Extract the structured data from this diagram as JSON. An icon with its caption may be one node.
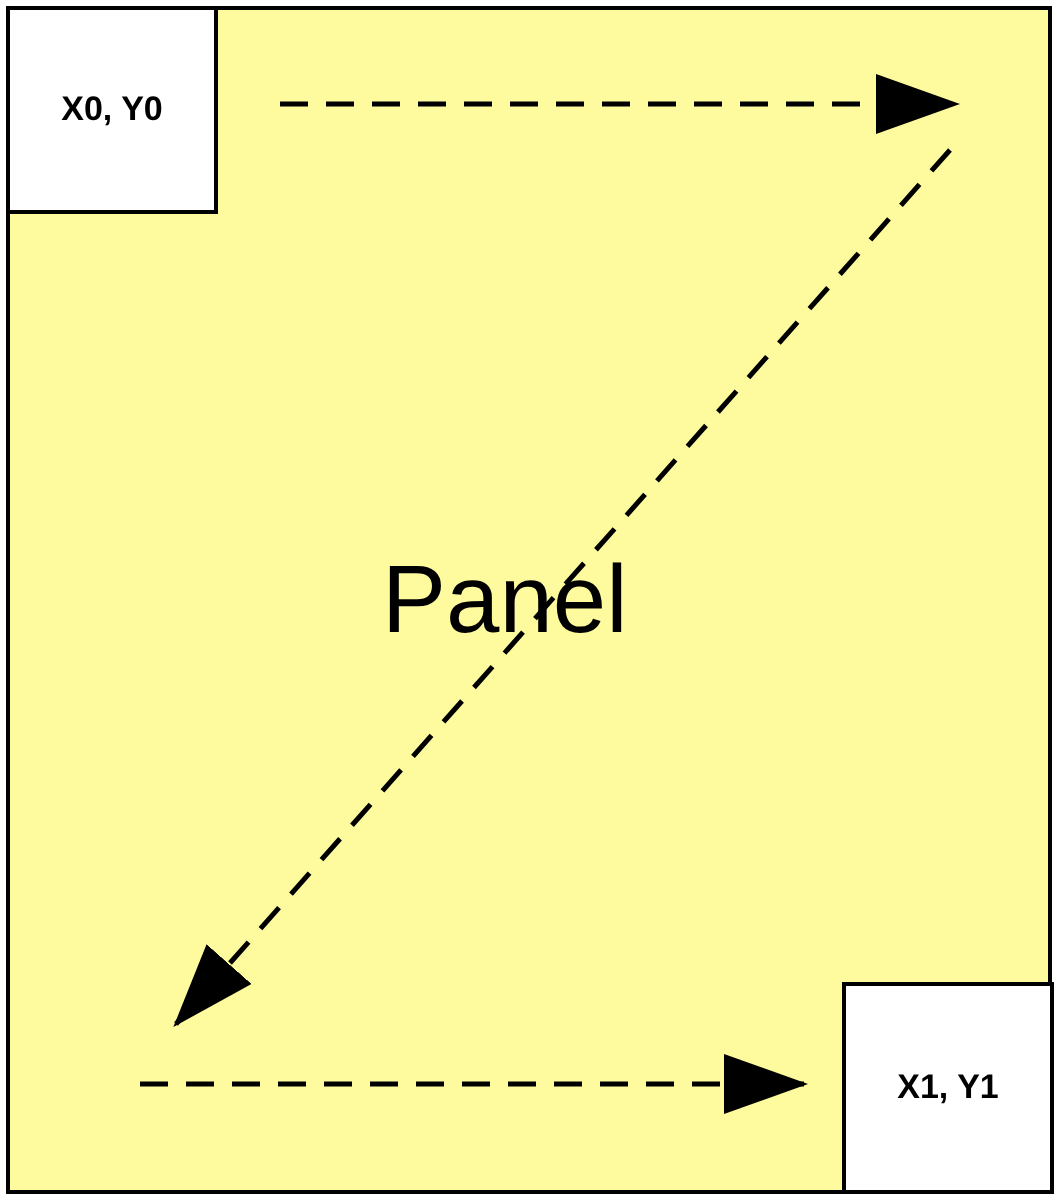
{
  "diagram": {
    "nodes": [
      {
        "text": [
          "Panel"
        ]
      },
      {
        "text": [
          "X0, Y0"
        ],
        "in": 0
      },
      {
        "text": [
          "X1, Y1"
        ],
        "in": 0
      }
    ]
  }
}
